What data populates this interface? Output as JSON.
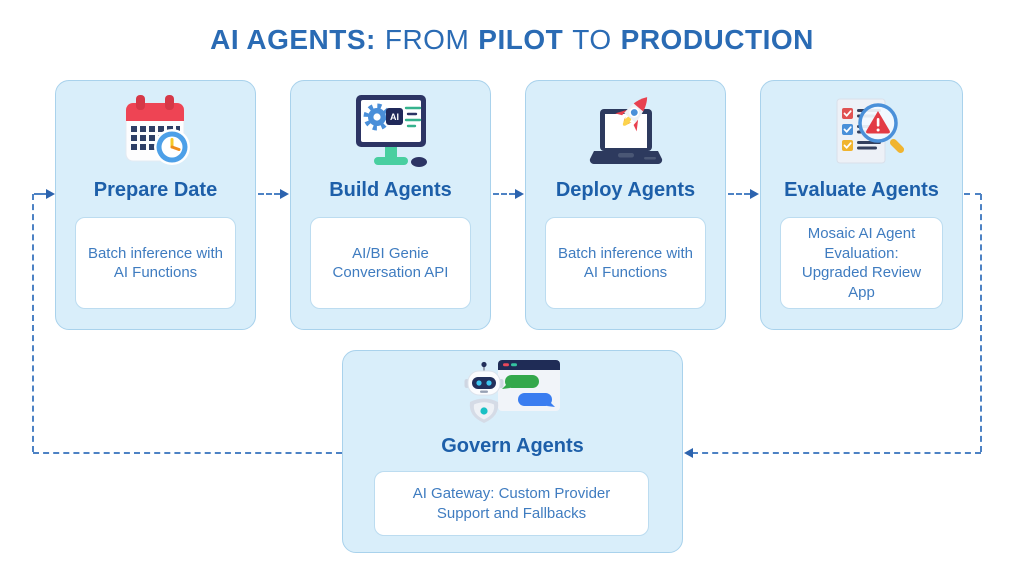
{
  "title": {
    "parts": [
      "AI AGENTS:",
      "FROM",
      "PILOT",
      "TO",
      "PRODUCTION"
    ]
  },
  "cards": [
    {
      "label": "Prepare Date",
      "detail": "Batch inference with AI Functions",
      "icon": "calendar-clock-icon"
    },
    {
      "label": "Build Agents",
      "detail": "AI/BI Genie Conversation API",
      "icon": "ai-monitor-icon"
    },
    {
      "label": "Deploy Agents",
      "detail": "Batch inference with AI Functions",
      "icon": "laptop-rocket-icon"
    },
    {
      "label": "Evaluate Agents",
      "detail": "Mosaic AI Agent Evaluation: Upgraded Review App",
      "icon": "checklist-magnifier-alert-icon"
    },
    {
      "label": "Govern Agents",
      "detail": "AI Gateway: Custom Provider Support and Fallbacks",
      "icon": "robot-chat-icon"
    }
  ],
  "colors": {
    "title_text": "#2a6bb4",
    "card_bg": "#d9eefa",
    "card_border": "#a9d2ec",
    "card_title_text": "#1d5fa9",
    "detail_text": "#3f7cc0",
    "detail_box_bg": "#ffffff",
    "detail_box_border": "#bcdcf0",
    "connector_dash": "#4d82c4",
    "arrowhead": "#2c63ae"
  }
}
